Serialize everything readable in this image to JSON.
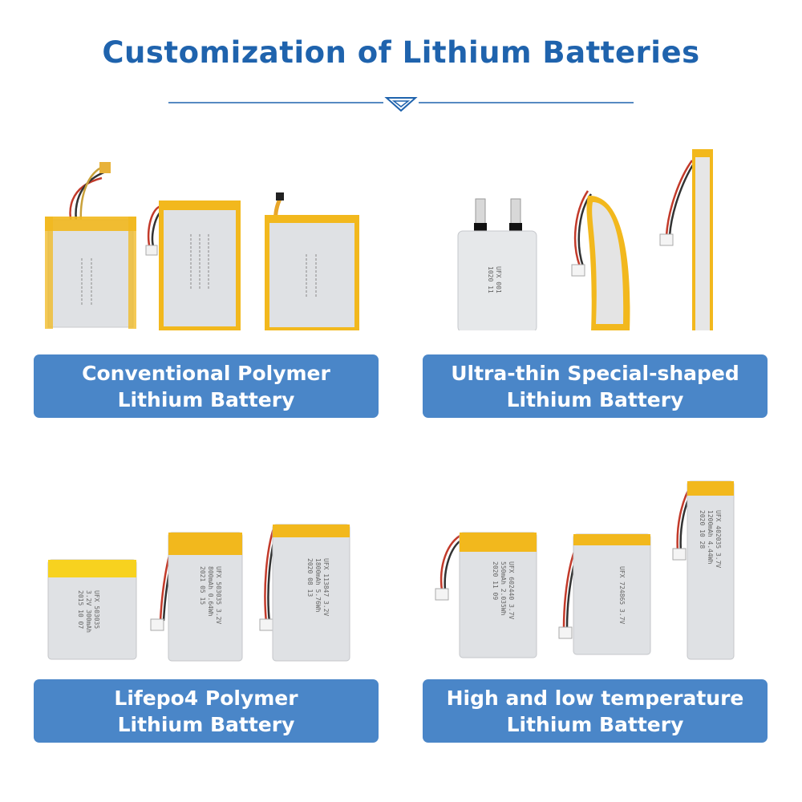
{
  "page": {
    "title": "Customization of Lithium Batteries"
  },
  "categories": [
    {
      "line1": "Conventional Polymer",
      "line2": "Lithium Battery"
    },
    {
      "line1": "Ultra-thin Special-shaped",
      "line2": "Lithium Battery"
    },
    {
      "line1": "Lifepo4 Polymer",
      "line2": "Lithium Battery"
    },
    {
      "line1": "High and low temperature",
      "line2": "Lithium Battery"
    }
  ],
  "battery_labels": {
    "lifepo4_a": [
      "UFX 503035",
      "3.2V 300mAh",
      "2015 10 07"
    ],
    "lifepo4_b": [
      "UFX 503035 3.2V",
      "800mAh 0.64Wh",
      "2021 05 15"
    ],
    "lifepo4_c": [
      "UFX 113847 3.2V",
      "1800mAh 5.76Wh",
      "2020 08 13"
    ],
    "temp_a": [
      "UFX 602440 3.7V",
      "550mAh 2.035Wh",
      "2020 11 09"
    ],
    "temp_b": [
      "UFX 724865 3.7V",
      "",
      ""
    ],
    "temp_c": [
      "UFX 402035 3.7V",
      "1200mAh 4.44Wh",
      "2020 10 28"
    ],
    "thin_a": [
      "UFX 001",
      "1020 11"
    ]
  },
  "colors": {
    "title_blue": "#1f63ad",
    "label_bg": "#4a86c8",
    "amber_tape": "#f2b81d",
    "cell_silver": "#dfe1e4"
  }
}
